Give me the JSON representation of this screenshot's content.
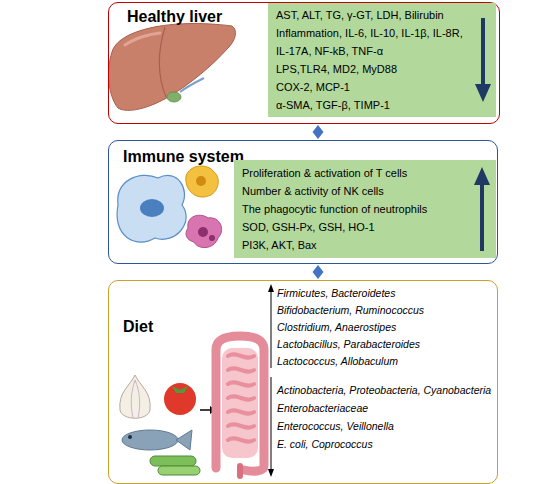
{
  "diagram": {
    "nodes": [
      {
        "text": [
          "Healthy liver"
        ]
      },
      {
        "text": [
          "AST, ALT, TG, γ-GT, LDH, Bilirubin",
          "Inflammation, IL-6, IL-10, IL-1β, IL-8R, IL-17A, NF-kB, TNF-α",
          "LPS,TLR4, MD2, MyD88",
          "COX-2, MCP-1",
          "α-SMA, TGF-β, TIMP-1"
        ],
        "in": 0
      },
      {
        "text": [
          "Immune system"
        ]
      },
      {
        "text": [
          "Proliferation & activation of T cells",
          "Number & activity of NK cells",
          "The phagocytic function of neutrophils",
          "SOD, GSH-Px, GSH, HO-1",
          "PI3K, AKT, Bax"
        ],
        "in": 2
      },
      {
        "text": [
          "Diet",
          "Firmicutes, Bacteroidetes",
          "Bifidobacterium, Ruminococcus",
          "Clostridium, Anaerostipes",
          "Lactobacillus, Parabacteroides",
          "Lactococcus, Allobaculum",
          "Actinobacteria, Proteobacteria, Cyanobacteria",
          "Enterobacteriaceae",
          "Enterococcus, Veillonella",
          "E. coli, Coprococcus"
        ]
      }
    ],
    "edges": [
      {
        "from": 0,
        "to": 2,
        "arrow": "both"
      },
      {
        "from": 2,
        "to": 4,
        "arrow": "both"
      }
    ]
  }
}
